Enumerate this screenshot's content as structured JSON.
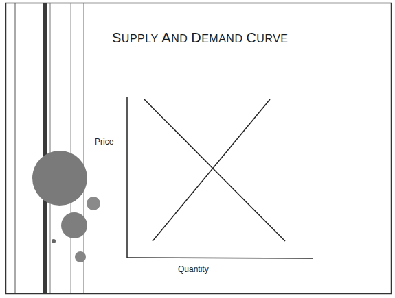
{
  "diagram": {
    "title": "SUPPLY AND DEMAND CURVE",
    "labels": [
      "Price",
      "Quantity"
    ]
  }
}
